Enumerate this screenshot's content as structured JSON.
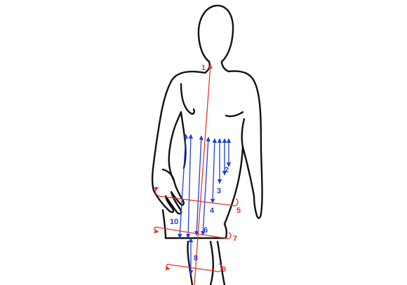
{
  "colors": {
    "outline": "#111111",
    "red": "#e8362b",
    "blue": "#1f3fd6",
    "background": "#ffffff"
  },
  "measurements": [
    {
      "number": "1",
      "color": "red"
    },
    {
      "number": "2",
      "color": "blue"
    },
    {
      "number": "3",
      "color": "blue"
    },
    {
      "number": "4",
      "color": "blue"
    },
    {
      "number": "5",
      "color": "red"
    },
    {
      "number": "6",
      "color": "blue"
    },
    {
      "number": "7",
      "color": "red"
    },
    {
      "number": "8",
      "color": "blue"
    },
    {
      "number": "9",
      "color": "red"
    },
    {
      "number": "10",
      "color": "blue"
    }
  ]
}
